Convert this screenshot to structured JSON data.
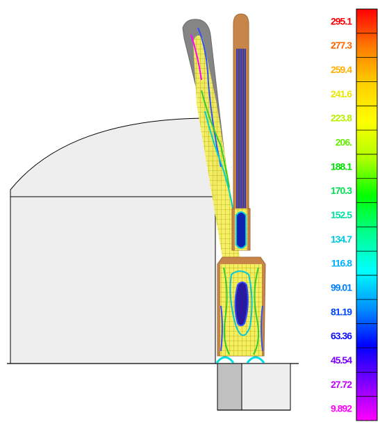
{
  "colorbar": {
    "labels": [
      "295.1",
      "277.3",
      "259.4",
      "241.6",
      "223.8",
      "206.",
      "188.1",
      "170.3",
      "152.5",
      "134.7",
      "116.8",
      "99.01",
      "81.19",
      "63.36",
      "45.54",
      "27.72",
      "9.892"
    ],
    "label_colors": [
      "#ff0000",
      "#ff6600",
      "#ffb000",
      "#e8e800",
      "#b8f000",
      "#66ee00",
      "#00dd00",
      "#00e050",
      "#00e0a0",
      "#00c8e0",
      "#00b0ff",
      "#0080ff",
      "#0044ff",
      "#1010ff",
      "#7a00ff",
      "#c000ff",
      "#ff00ff"
    ],
    "gradient_stops": [
      "#ff0000",
      "#ff7a00",
      "#ffd000",
      "#ffff00",
      "#b0ff00",
      "#00ff00",
      "#00ff90",
      "#00ffff",
      "#0090ff",
      "#0000ff",
      "#8000ff",
      "#ff00ff"
    ]
  },
  "colors": {
    "vessel_fill": "#eeeeee",
    "outline": "#000000",
    "hot_tube": "#c8854a",
    "grey_tube": "#858585",
    "mesh_yellow": "#dddd00"
  }
}
